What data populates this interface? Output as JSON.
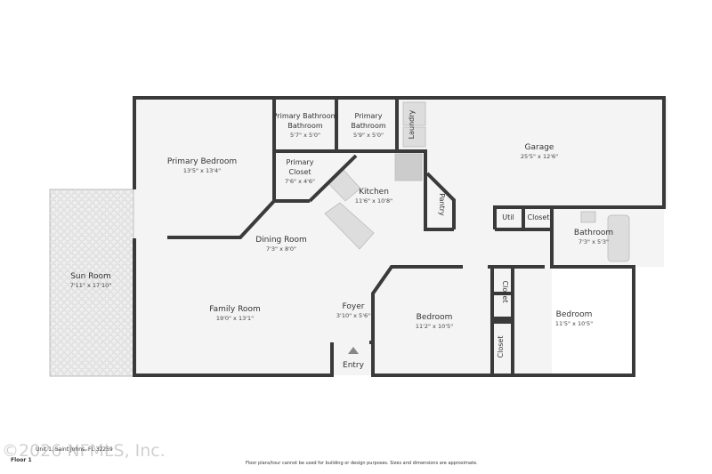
{
  "rooms": [
    {
      "name": "Primary Bedroom",
      "dim": "13'5\" x 13'4\""
    },
    {
      "name": "Primary Bathroom",
      "dim": "5'7\" x 5'0\""
    },
    {
      "name": "Primary Bathroom",
      "dim": "5'9\" x 5'0\""
    },
    {
      "name": "Laundry"
    },
    {
      "name": "Garage",
      "dim": "25'5\" x 12'6\""
    },
    {
      "name": "Primary Closet",
      "dim": "7'6\" x 4'6\""
    },
    {
      "name": "Kitchen",
      "dim": "11'6\" x 10'8\""
    },
    {
      "name": "Pantry"
    },
    {
      "name": "Util"
    },
    {
      "name": "Closet"
    },
    {
      "name": "Bathroom",
      "dim": "7'3\" x 5'3\""
    },
    {
      "name": "Dining Room",
      "dim": "7'3\" x 8'0\""
    },
    {
      "name": "Sun Room",
      "dim": "7'11\" x 17'10\""
    },
    {
      "name": "Family Room",
      "dim": "19'0\" x 13'1\""
    },
    {
      "name": "Foyer",
      "dim": "3'10\" x 5'6\""
    },
    {
      "name": "Bedroom",
      "dim": "11'2\" x 10'5\""
    },
    {
      "name": "Closet"
    },
    {
      "name": "Closet"
    },
    {
      "name": "Bedroom",
      "dim": "11'5\" x 10'5\""
    },
    {
      "name": "Entry"
    }
  ],
  "footer": {
    "address": "Unit 1, Saint Johns, FL 32259",
    "floor": "Floor 1",
    "disclaimer": "Floor plans/tour cannot be used for building or design purposes. Sizes and dimensions are approximate.",
    "watermark": "©2026 NFMLS, Inc."
  },
  "colors": {
    "wall": "#3a3a3a",
    "floor": "#f4f4f4",
    "sunroom": "#e9e9e9"
  }
}
